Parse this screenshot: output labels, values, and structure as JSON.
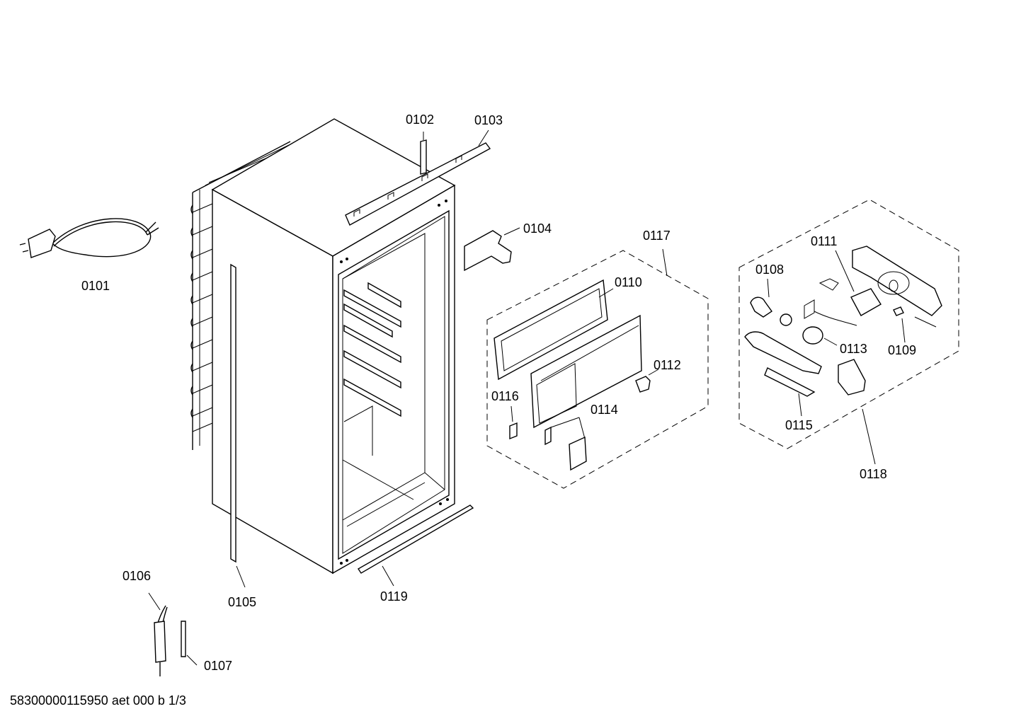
{
  "labels": {
    "p0101": "0101",
    "p0102": "0102",
    "p0103": "0103",
    "p0104": "0104",
    "p0105": "0105",
    "p0106": "0106",
    "p0107": "0107",
    "p0108": "0108",
    "p0109": "0109",
    "p0110": "0110",
    "p0111": "0111",
    "p0112": "0112",
    "p0113": "0113",
    "p0114": "0114",
    "p0115": "0115",
    "p0116": "0116",
    "p0117": "0117",
    "p0118": "0118",
    "p0119": "0119"
  },
  "footer": {
    "text": "58300000115950 aet 000 b 1/3"
  }
}
